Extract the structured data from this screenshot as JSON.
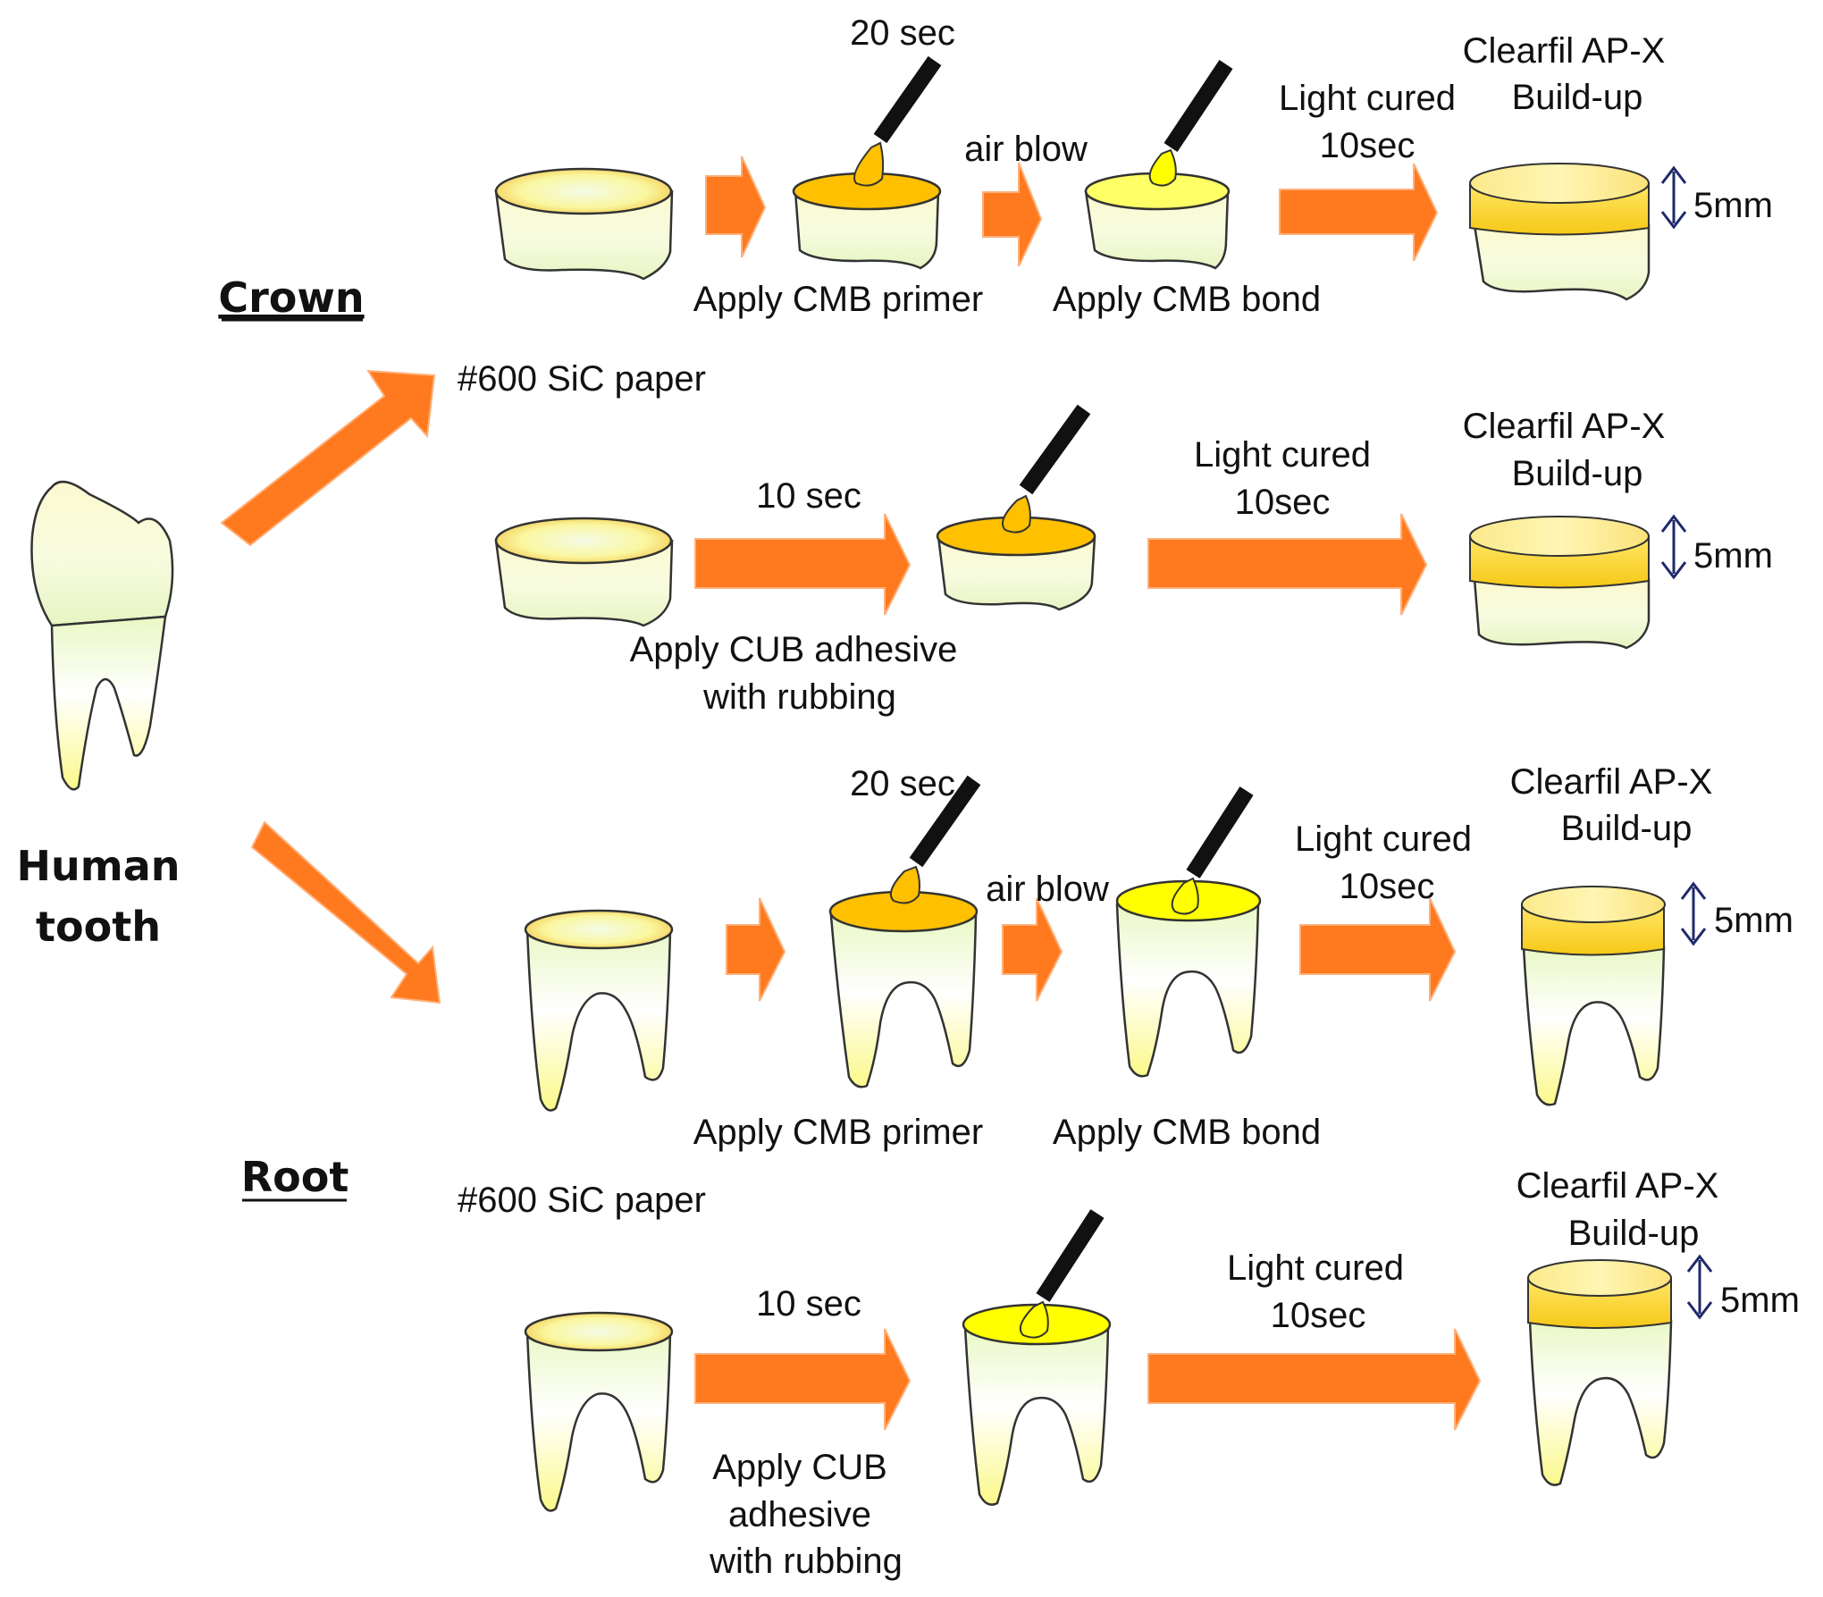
{
  "main_label": [
    "Human",
    "tooth"
  ],
  "sections": {
    "crown": "Crown",
    "root": "Root"
  },
  "paper_label": "#600 SiC paper",
  "build_up": [
    "Clearfil AP-X",
    "Build-up"
  ],
  "thickness": "5mm",
  "times": {
    "primer_time": "20 sec",
    "cub_time": "10 sec"
  },
  "air_blow": "air blow",
  "light_cured": [
    "Light cured",
    "10sec"
  ],
  "steps": {
    "cmb_primer": "Apply CMB primer",
    "cmb_bond": "Apply CMB bond",
    "cub_adhesive_two_lines": [
      "Apply CUB adhesive",
      "with rubbing"
    ],
    "cub_adhesive_three_lines": [
      "Apply CUB",
      "adhesive",
      "with rubbing"
    ]
  },
  "colors": {
    "arrow": "#ff7a1f",
    "primer": "#ffc000",
    "bond": "#ffff00",
    "resin": "#ffe34d",
    "thickness_arrow": "#1f2a6b"
  }
}
